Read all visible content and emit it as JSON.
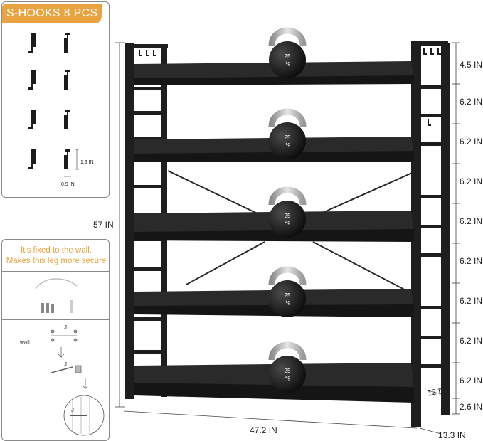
{
  "hooks_panel": {
    "title": "S-HOOKS 8 PCS",
    "hook_height": "1.9 IN",
    "hook_width": "0.9 IN"
  },
  "wall_panel": {
    "caption_line1": "It's fixed to the wall.",
    "caption_line2": "Makes this leg more secure",
    "wall_label": "wall",
    "part_label_1": "J",
    "part_label_2": "J",
    "part_label_3": "J"
  },
  "dimensions": {
    "total_height": "57 IN",
    "width": "47.2 IN",
    "depth": "13.3 IN",
    "shelf_depth": "12 IN",
    "right_column": [
      "4.5 IN",
      "6.2 IN",
      "6.2 IN",
      "6.2 IN",
      "6.2 IN",
      "6.2 IN",
      "6.2 IN",
      "6.2 IN",
      "6.2 IN",
      "2.6 IN"
    ]
  },
  "kettlebell_label": {
    "weight": "25",
    "unit": "Kg"
  },
  "colors": {
    "accent": "#e9a441",
    "frame": "#1e1e1e",
    "shelf": "#262626",
    "metal": "#b9b9b9"
  }
}
